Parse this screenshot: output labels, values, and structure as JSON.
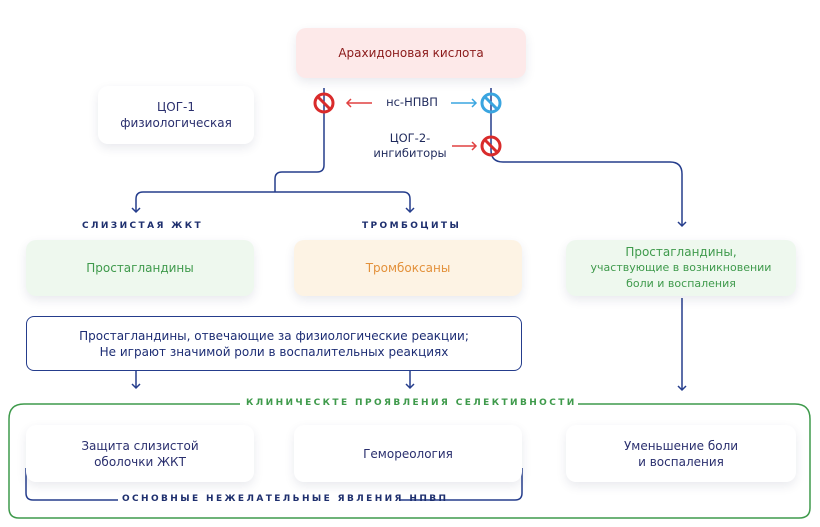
{
  "colors": {
    "navy": "#253d8c",
    "green": "#3e9a4b",
    "red_arrow": "#e04040",
    "blue_arrow": "#3aa5e0",
    "arachidonic_bg": "#fde9e9",
    "arachidonic_text": "#8b1a1a",
    "prostaglandins_bg": "#eef8ee",
    "thromboxanes_bg": "#fdf3e4",
    "thromboxanes_text": "#e3913b"
  },
  "icons": {
    "inhibit_red": "prohibition-icon",
    "inhibit_blue": "prohibition-icon"
  },
  "top": {
    "arachidonic_acid": "Арахидоновая кислота"
  },
  "cox1": {
    "line1": "ЦОГ-1",
    "line2": "физиологическая"
  },
  "nsaid": {
    "label": "нс-НПВП"
  },
  "cox2_inhibitors": {
    "line1": "ЦОГ-2-",
    "line2": "ингибиторы"
  },
  "sections": {
    "mucosa": "СЛИЗИСТАЯ ЖКТ",
    "platelets": "ТРОМБОЦИТЫ"
  },
  "boxes": {
    "prostaglandins": "Простагландины",
    "thromboxanes": "Тромбоксаны",
    "inflammatory_pg": {
      "line1": "Простагландины,",
      "line2": "участвующие в возникновении",
      "line3": "боли и воспаления"
    },
    "physiological_pg": {
      "line1": "Простагландины, отвечающие за физиологические реакции;",
      "line2": "Не играют значимой роли в воспалительных реакциях"
    }
  },
  "clinical": {
    "title": "КЛИНИЧЕСКТЕ ПРОЯВЛЕНИЯ СЕЛЕКТИВНОСТИ",
    "mucosa_protection": {
      "line1": "Защита слизистой",
      "line2": "оболочки ЖКТ"
    },
    "hemorheology": "Гемореология",
    "pain_reduction": {
      "line1": "Уменьшение боли",
      "line2": "и воспаления"
    },
    "adverse_effects": "ОСНОВНЫЕ НЕЖЕЛАТЕЛЬНЫЕ ЯВЛЕНИЯ НПВП"
  }
}
